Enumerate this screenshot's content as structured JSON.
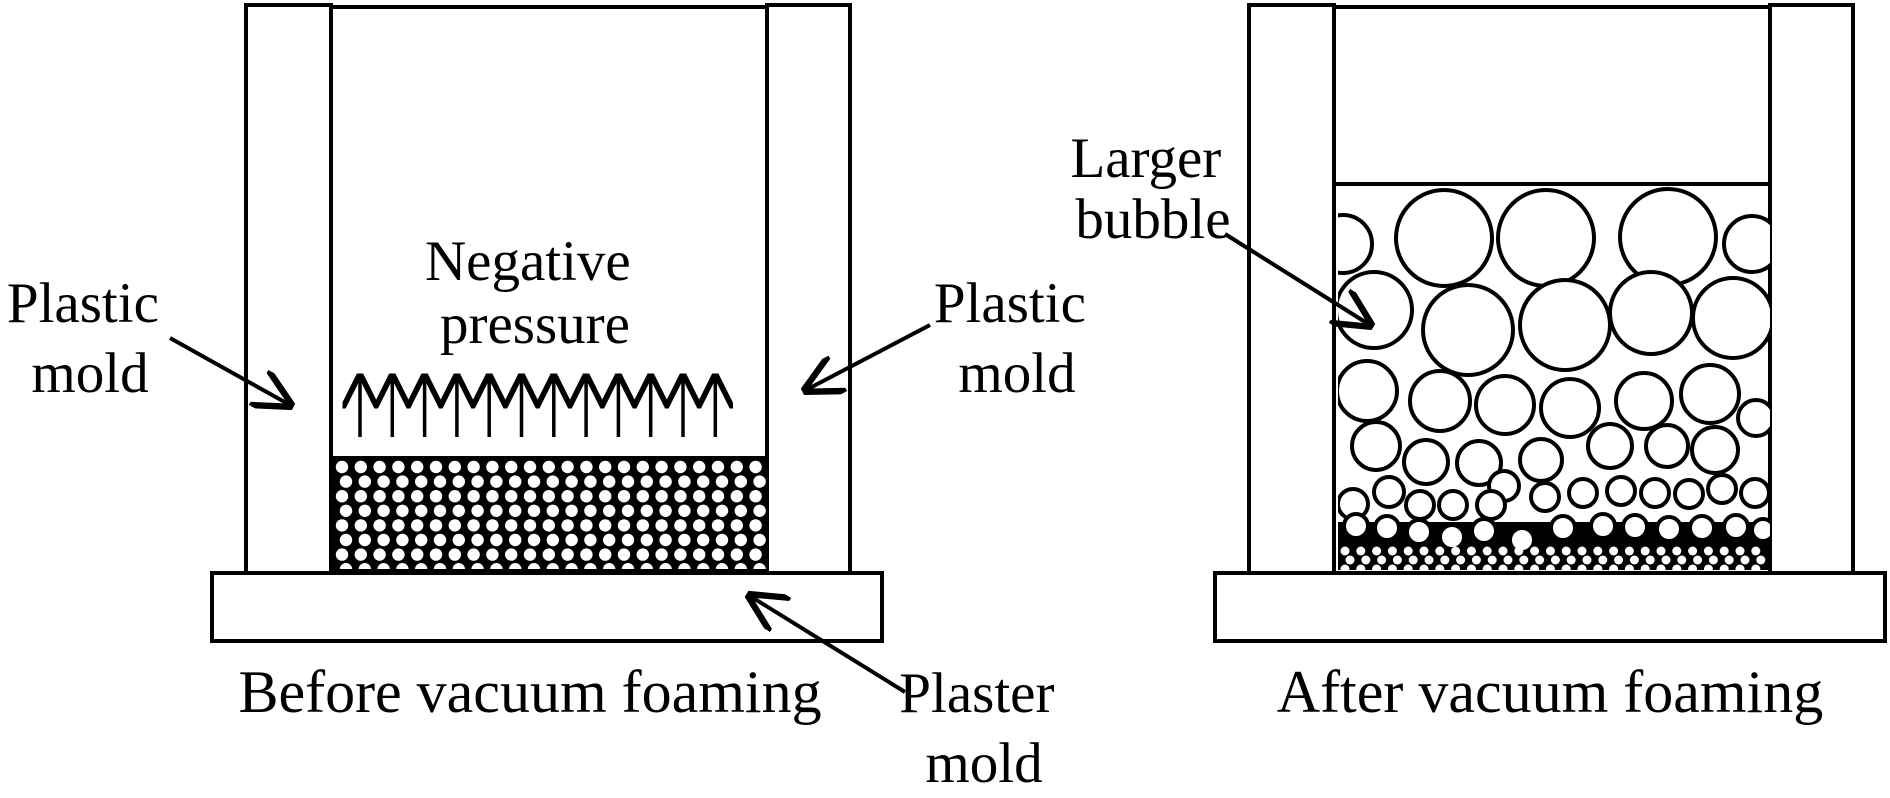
{
  "left_panel": {
    "plastic_mold_left": [
      "Plastic",
      "mold"
    ],
    "plastic_mold_right": [
      "Plastic",
      "mold"
    ],
    "negative_pressure": [
      "Negative",
      "pressure"
    ],
    "plaster_mold": [
      "Plaster",
      "mold"
    ],
    "caption": "Before vacuum foaming"
  },
  "right_panel": {
    "larger_bubble": [
      "Larger",
      "bubble"
    ],
    "caption": "After vacuum foaming"
  },
  "colors": {
    "line": "#000000",
    "background": "#ffffff"
  }
}
